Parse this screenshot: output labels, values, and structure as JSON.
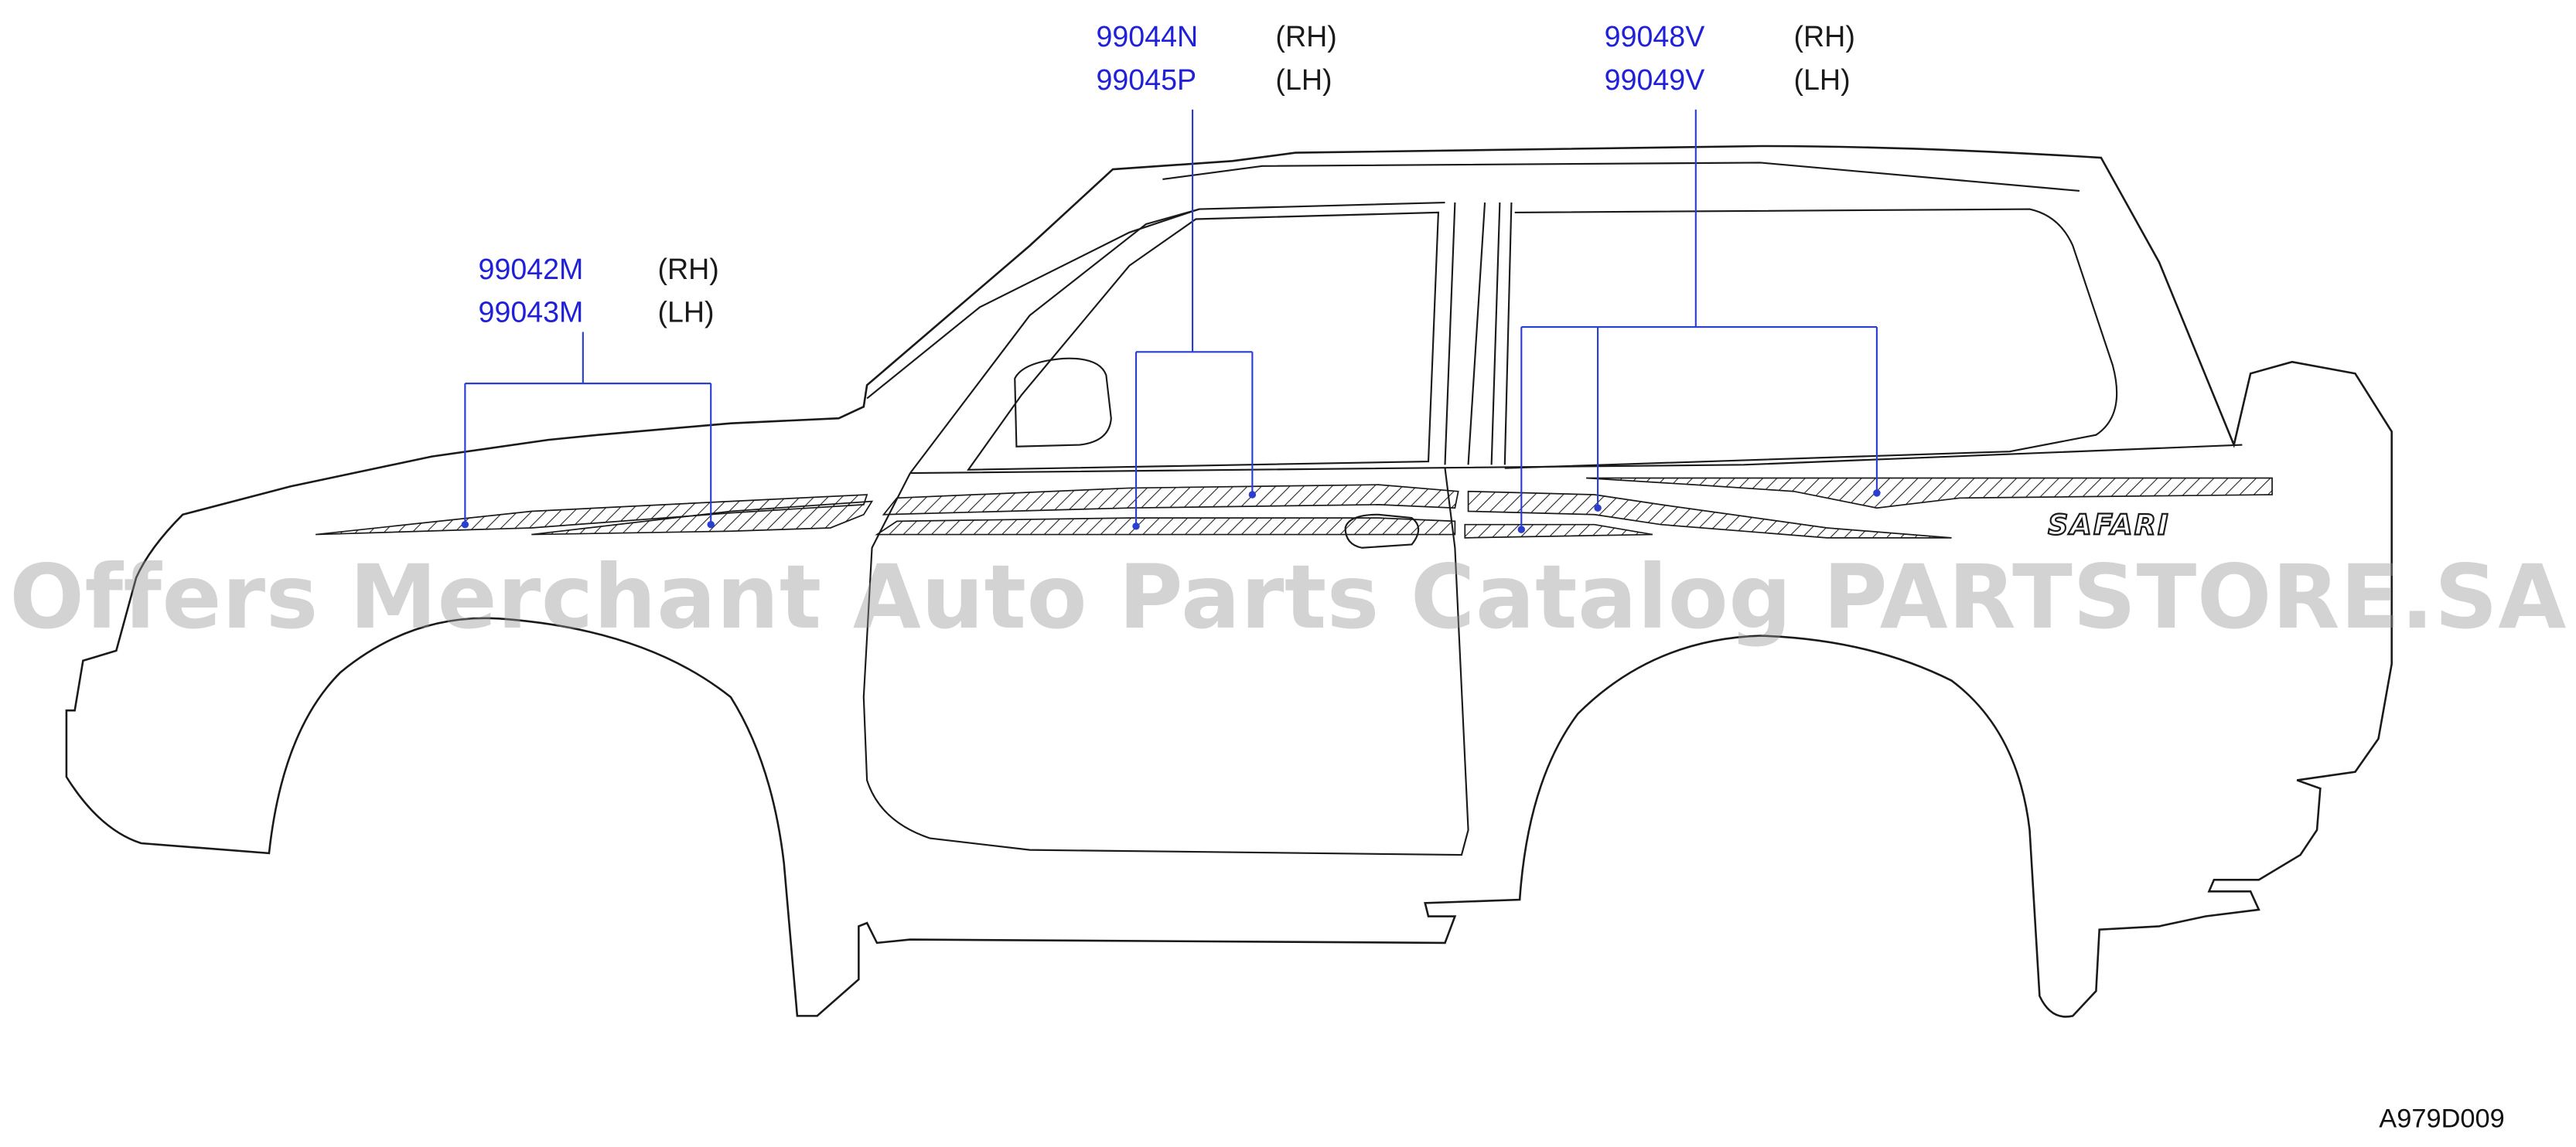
{
  "diagram": {
    "vehicle_badge": "SAFARI",
    "watermark": "Offers Merchant Auto Parts Catalog PARTSTORE.SA",
    "figure_code": "A979D009",
    "callouts": [
      {
        "id": "front",
        "rh_part": "99042M",
        "rh_side": "(RH)",
        "lh_part": "99043M",
        "lh_side": "(LH)"
      },
      {
        "id": "door",
        "rh_part": "99044N",
        "rh_side": "(RH)",
        "lh_part": "99045P",
        "lh_side": "(LH)"
      },
      {
        "id": "rear",
        "rh_part": "99048V",
        "rh_side": "(RH)",
        "lh_part": "99049V",
        "lh_side": "(LH)"
      }
    ],
    "colors": {
      "part_number": "#2020d8",
      "leader_line": "#2a3fd0",
      "outline": "#1a1a1a",
      "watermark": "#969696"
    }
  }
}
